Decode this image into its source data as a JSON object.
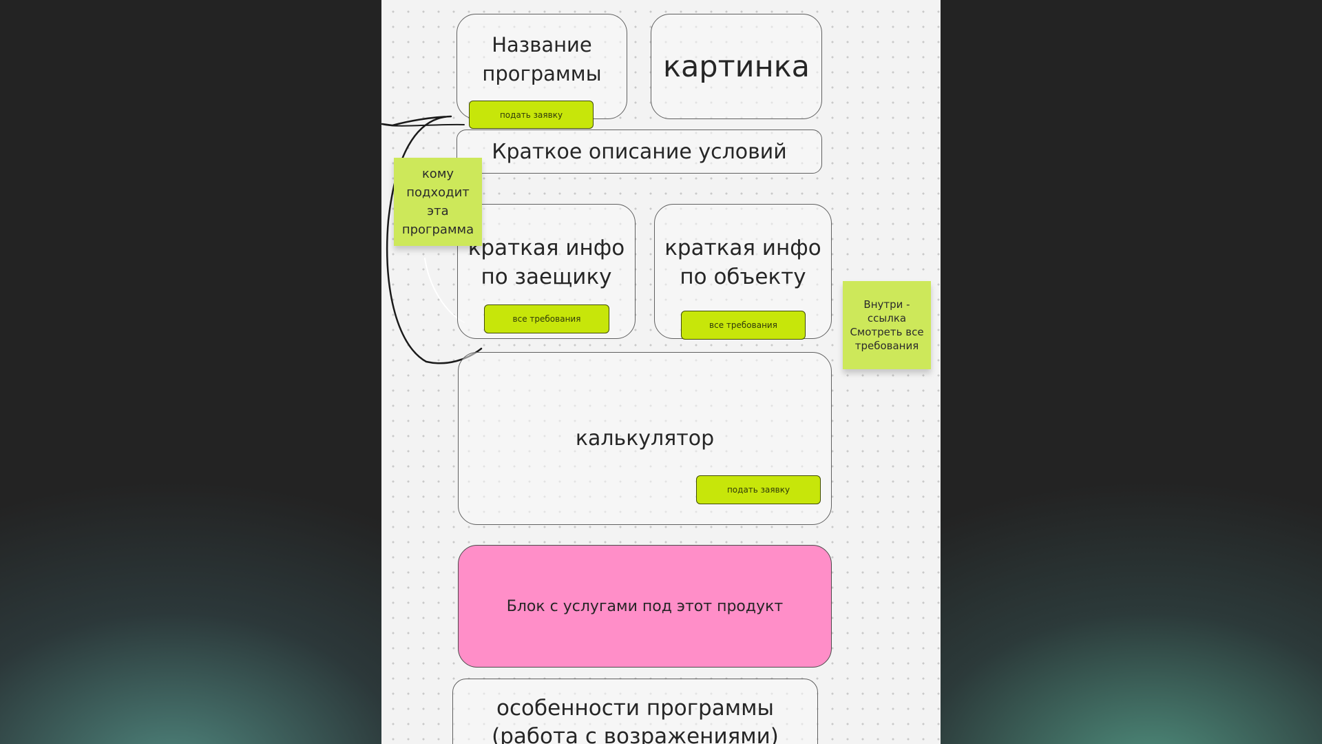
{
  "blocks": {
    "program_name": "Название программы",
    "picture": "картинка",
    "short_description": "Краткое описание условий",
    "borrower_info": "краткая инфо по заещику",
    "object_info": "краткая инфо по объекту",
    "calculator": "калькулятор",
    "services": "Блок с услугами под этот продукт",
    "features": "особенности программы (работа с возражениями)"
  },
  "buttons": {
    "apply_top": "подать заявку",
    "requirements_borrower": "все требования",
    "requirements_object": "все требования",
    "apply_calculator": "подать заявку"
  },
  "stickies": {
    "who_fits": "кому подходит эта программа",
    "inside_link": "Внутри - ссылка Смотреть все требования"
  },
  "colors": {
    "button_accent": "#c7e60a",
    "sticky_green": "#cde85a",
    "services_pink": "#ff8ec8",
    "backdrop": "#232323"
  }
}
